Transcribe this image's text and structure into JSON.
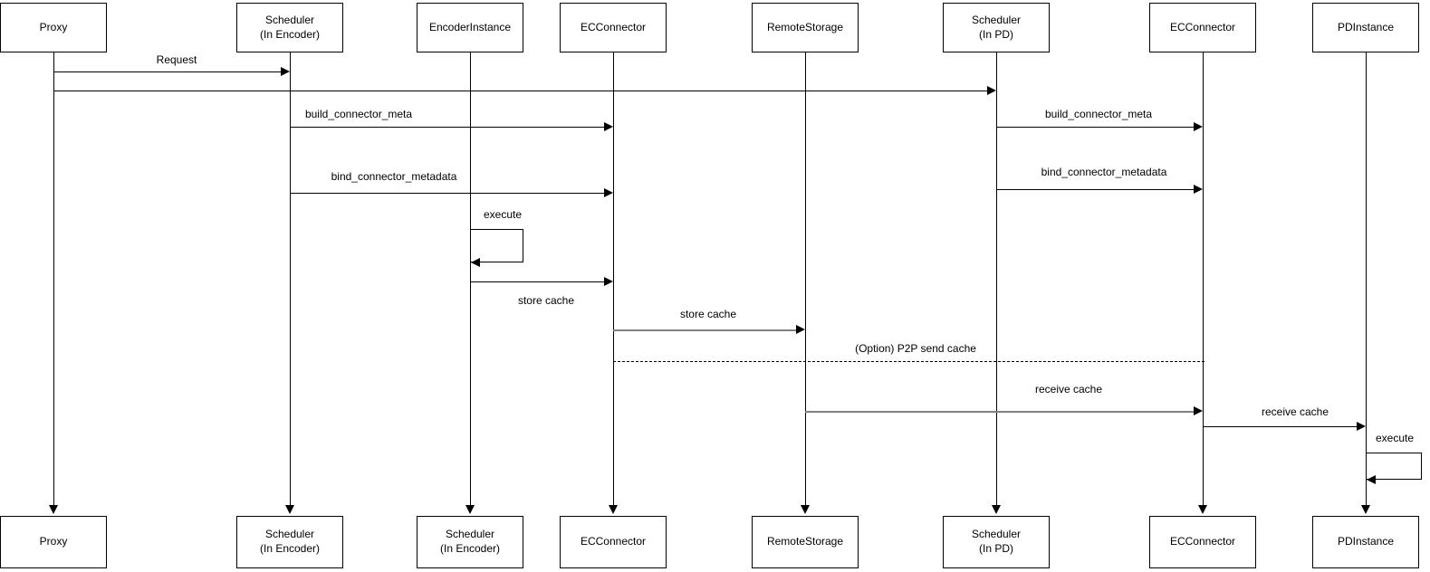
{
  "diagram": {
    "type": "sequence-diagram",
    "background_color": "#ffffff",
    "line_color": "#000000",
    "gray_line_color": "#808080",
    "text_color": "#000000",
    "box_fill_color": "#ffffff",
    "actors": [
      {
        "id": "proxy",
        "top_label": "Proxy",
        "bottom_label": "Proxy"
      },
      {
        "id": "scheduler-in-encoder",
        "top_label": "Scheduler\n(In Encoder)",
        "bottom_label": "Scheduler\n(In Encoder)"
      },
      {
        "id": "encoder-instance",
        "top_label": "EncoderInstance",
        "bottom_label": "Scheduler\n(In Encoder)"
      },
      {
        "id": "ec-connector-1",
        "top_label": "ECConnector",
        "bottom_label": "ECConnector"
      },
      {
        "id": "remote-storage",
        "top_label": "RemoteStorage",
        "bottom_label": "RemoteStorage"
      },
      {
        "id": "scheduler-in-pd",
        "top_label": "Scheduler\n(In PD)",
        "bottom_label": "Scheduler\n(In PD)"
      },
      {
        "id": "ec-connector-2",
        "top_label": "ECConnector",
        "bottom_label": "ECConnector"
      },
      {
        "id": "pd-instance",
        "top_label": "PDInstance",
        "bottom_label": "PDInstance"
      }
    ],
    "messages": [
      {
        "label": "Request",
        "from": "proxy",
        "to": "scheduler-in-encoder",
        "style": "solid-black"
      },
      {
        "label": "",
        "from": "proxy",
        "to": "scheduler-in-pd",
        "style": "solid-black"
      },
      {
        "label": "build_connector_meta",
        "from": "scheduler-in-encoder",
        "to": "ec-connector-1",
        "style": "solid-black"
      },
      {
        "label": "build_connector_meta",
        "from": "scheduler-in-pd",
        "to": "ec-connector-2",
        "style": "solid-black"
      },
      {
        "label": "bind_connector_metadata",
        "from": "scheduler-in-encoder",
        "to": "ec-connector-1",
        "style": "solid-black"
      },
      {
        "label": "bind_connector_metadata",
        "from": "scheduler-in-pd",
        "to": "ec-connector-2",
        "style": "solid-black"
      },
      {
        "label": "execute",
        "from": "encoder-instance",
        "to": "encoder-instance",
        "style": "self-loop"
      },
      {
        "label": "store cache",
        "from": "encoder-instance",
        "to": "ec-connector-1",
        "style": "solid-black"
      },
      {
        "label": "store cache",
        "from": "ec-connector-1",
        "to": "remote-storage",
        "style": "solid-gray"
      },
      {
        "label": "(Option) P2P send cache",
        "from": "ec-connector-1",
        "to": "ec-connector-2",
        "style": "dashed-no-arrow"
      },
      {
        "label": "receive cache",
        "from": "remote-storage",
        "to": "ec-connector-2",
        "style": "solid-gray"
      },
      {
        "label": "receive cache",
        "from": "ec-connector-2",
        "to": "pd-instance",
        "style": "solid-black"
      },
      {
        "label": "execute",
        "from": "pd-instance",
        "to": "pd-instance",
        "style": "self-loop"
      }
    ]
  }
}
